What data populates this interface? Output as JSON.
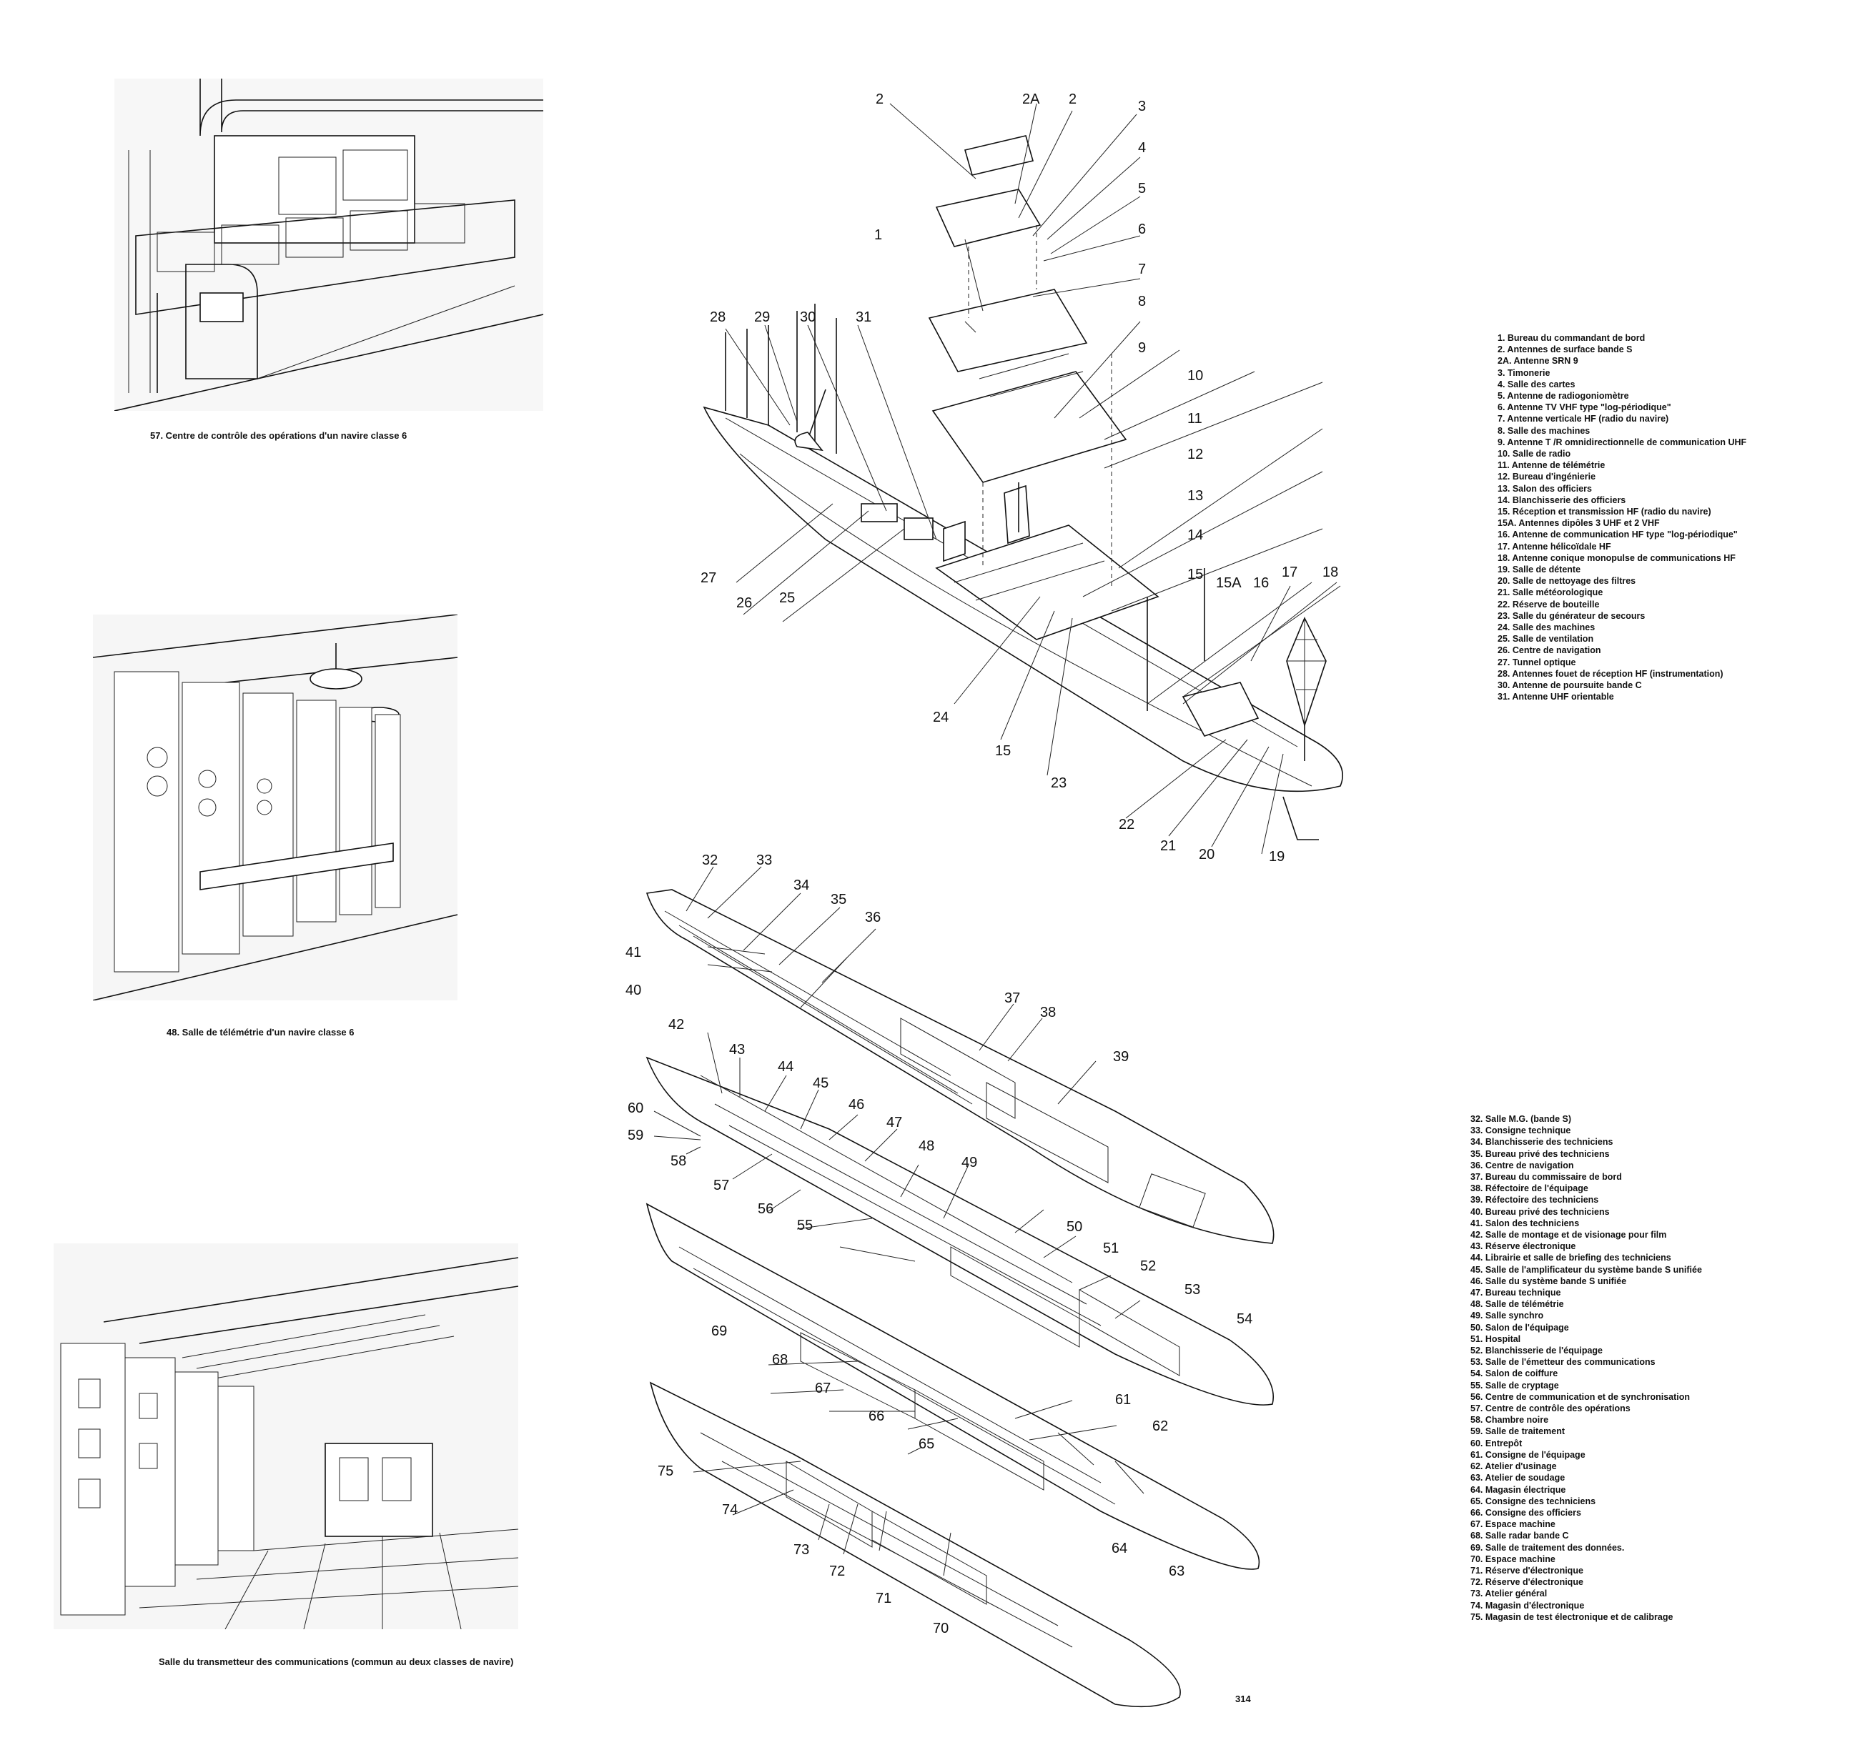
{
  "captions": {
    "ops_center": "57. Centre de contrôle des opérations d'un navire classe 6",
    "telemetry": "48. Salle de télémétrie d'un navire classe 6",
    "transmitter": "Salle du transmetteur des communications (commun au deux classes de navire)"
  },
  "page_number": "314",
  "legend_top": [
    "1. Bureau du commandant de bord",
    "2. Antennes de surface bande S",
    "2A. Antenne SRN 9",
    "3. Timonerie",
    "4. Salle des cartes",
    "5. Antenne de radiogoniomètre",
    "6. Antenne TV VHF type \"log-périodique\"",
    "7. Antenne verticale HF (radio du navire)",
    "8. Salle des machines",
    "9. Antenne T /R omnidirectionnelle de communication UHF",
    "10. Salle de radio",
    "11. Antenne de télémétrie",
    "12. Bureau d'ingénierie",
    "13. Salon des officiers",
    "14. Blanchisserie des officiers",
    "15. Réception et transmission HF (radio du navire)",
    "15A. Antennes dipôles 3 UHF et 2 VHF",
    "16. Antenne de communication HF type \"log-périodique\"",
    "17. Antenne hélicoïdale HF",
    "18. Antenne conique monopulse de communications HF",
    "19. Salle de détente",
    "20. Salle de nettoyage des filtres",
    "21. Salle météorologique",
    "22. Réserve de bouteille",
    "23. Salle du générateur de secours",
    "24. Salle des machines",
    "25. Salle de ventilation",
    "26. Centre de navigation",
    "27. Tunnel optique",
    "28. Antennes fouet de réception HF (instrumentation)",
    "30. Antenne de poursuite bande C",
    "31. Antenne UHF orientable"
  ],
  "legend_bottom": [
    "32. Salle M.G. (bande S)",
    "33. Consigne technique",
    "34. Blanchisserie des techniciens",
    "35. Bureau privé des techniciens",
    "36. Centre de navigation",
    "37. Bureau du commissaire de bord",
    "38. Réfectoire de l'équipage",
    "39. Réfectoire des techniciens",
    "40. Bureau privé des techniciens",
    "41. Salon des techniciens",
    "42. Salle de montage et de visionage pour film",
    "43. Réserve électronique",
    "44. Librairie et salle de briefing des techniciens",
    "45. Salle de l'amplificateur du système bande S unifiée",
    "46. Salle du système bande S unifiée",
    "47. Bureau technique",
    "48. Salle de télémétrie",
    "49. Salle synchro",
    "50. Salon de l'équipage",
    "51. Hospital",
    "52. Blanchisserie de l'équipage",
    "53. Salle de l'émetteur des communications",
    "54. Salon de coiffure",
    "55. Salle de cryptage",
    "56. Centre de communication et de synchronisation",
    "57. Centre de contrôle des opérations",
    "58. Chambre noire",
    "59. Salle de traitement",
    "60. Entrepôt",
    "61. Consigne de l'équipage",
    "62. Atelier d'usinage",
    "63. Atelier de soudage",
    "64. Magasin électrique",
    "65. Consigne des techniciens",
    "66. Consigne des officiers",
    "67. Espace machine",
    "68. Salle radar bande C",
    "69. Salle de traitement des données.",
    "70. Espace machine",
    "71. Réserve d'électronique",
    "72. Réserve d'électronique",
    "73. Atelier général",
    "74. Magasin d'électronique",
    "75. Magasin de test électronique et de calibrage"
  ],
  "top_callouts": [
    "1",
    "2",
    "2",
    "2A",
    "3",
    "4",
    "5",
    "6",
    "7",
    "8",
    "9",
    "10",
    "11",
    "12",
    "13",
    "14",
    "15",
    "15A",
    "16",
    "17",
    "18",
    "19",
    "20",
    "21",
    "22",
    "23",
    "24",
    "15",
    "25",
    "26",
    "27",
    "28",
    "29",
    "30",
    "31"
  ],
  "deck_callouts": [
    "32",
    "33",
    "34",
    "35",
    "36",
    "37",
    "38",
    "39",
    "40",
    "41",
    "42",
    "43",
    "44",
    "45",
    "46",
    "47",
    "48",
    "49",
    "50",
    "51",
    "52",
    "53",
    "54",
    "55",
    "56",
    "57",
    "58",
    "59",
    "60",
    "61",
    "62",
    "63",
    "64",
    "65",
    "66",
    "67",
    "68",
    "69",
    "70",
    "71",
    "72",
    "73",
    "74",
    "75"
  ]
}
